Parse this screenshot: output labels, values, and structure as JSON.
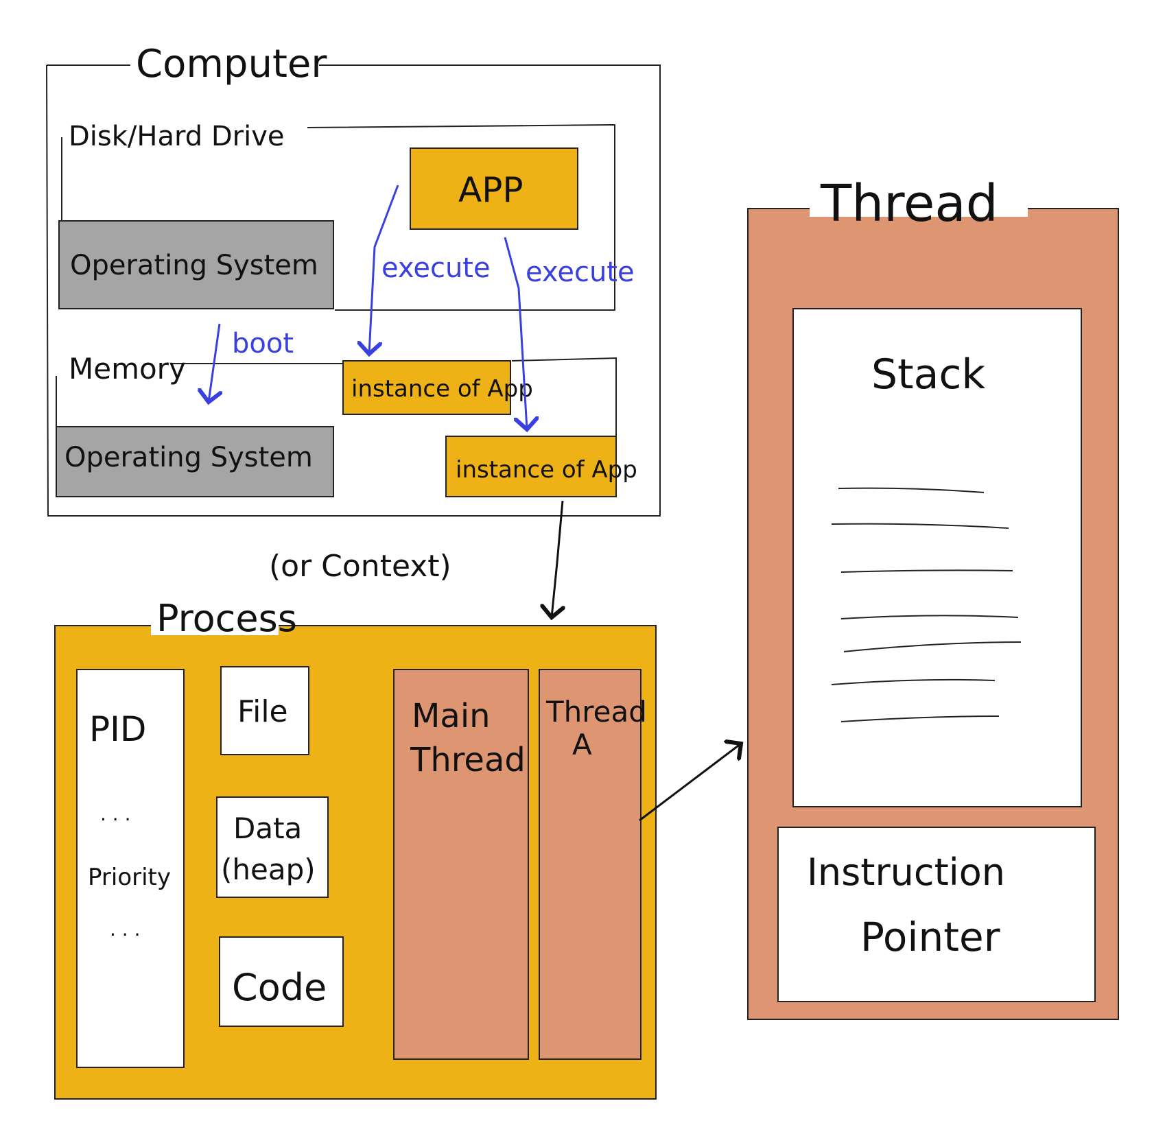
{
  "computer": {
    "title": "Computer",
    "disk": {
      "title": "Disk/Hard Drive",
      "os_label": "Operating System",
      "app_label": "APP"
    },
    "memory": {
      "title": "Memory",
      "os_label": "Operating System",
      "instance1_label": "instance of App",
      "instance2_label": "instance of App"
    },
    "arrows": {
      "boot": "boot",
      "execute1": "execute",
      "execute2": "execute"
    }
  },
  "process": {
    "title": "Process",
    "subtitle": "(or Context)",
    "pid_label": "PID",
    "ellipsis1": "· · ·",
    "priority_label": "Priority",
    "ellipsis2": "· · ·",
    "file_label": "File",
    "data_label": "Data",
    "heap_label": "(heap)",
    "code_label": "Code",
    "main_thread_line1": "Main",
    "main_thread_line2": "Thread",
    "thread_a_line1": "Thread",
    "thread_a_line2": "A"
  },
  "thread": {
    "title": "Thread",
    "stack_label": "Stack",
    "ip_line1": "Instruction",
    "ip_line2": "Pointer"
  },
  "colors": {
    "yellow": "#eeb116",
    "gray": "#a5a5a5",
    "salmon": "#de9672",
    "blue": "#3a40e0"
  }
}
